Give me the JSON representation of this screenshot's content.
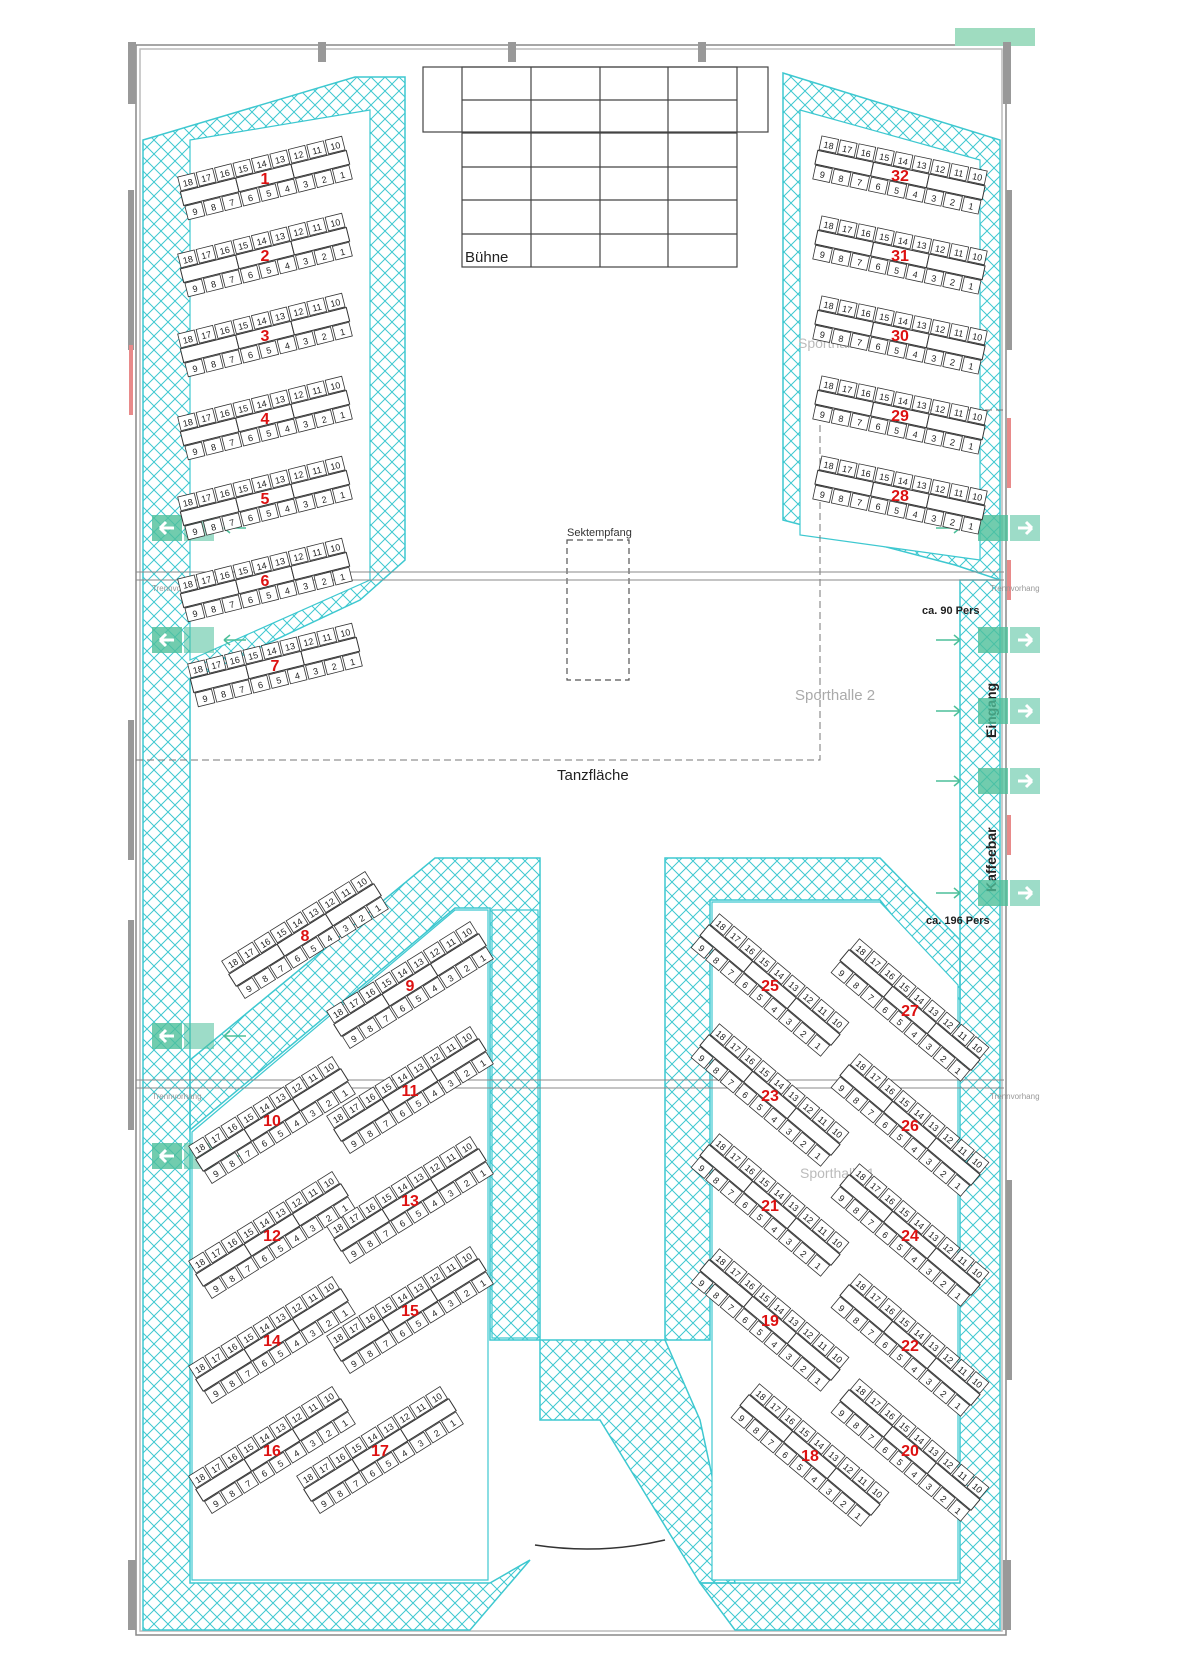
{
  "labels": {
    "stage": "Bühne",
    "reception": "Sektempfang",
    "hall_upper": "Sporthalle  2",
    "hall_right": "Sporthalle  1",
    "dance_floor": "Tanzfläche",
    "entrance": "Eingang",
    "coffee_bar": "Kaffeebar",
    "capacity_top": "ca. 90 Pers",
    "capacity_bottom": "ca. 196 Pers",
    "curtain": "Trennvorhang"
  },
  "seat_numbers": {
    "back_row": [
      "18",
      "17",
      "16",
      "15",
      "14",
      "13",
      "12",
      "11",
      "10"
    ],
    "front_row": [
      "9",
      "8",
      "7",
      "6",
      "5",
      "4",
      "3",
      "2",
      "1"
    ]
  },
  "tables": [
    {
      "id": "1"
    },
    {
      "id": "2"
    },
    {
      "id": "3"
    },
    {
      "id": "4"
    },
    {
      "id": "5"
    },
    {
      "id": "6"
    },
    {
      "id": "7"
    },
    {
      "id": "8"
    },
    {
      "id": "9"
    },
    {
      "id": "10"
    },
    {
      "id": "11"
    },
    {
      "id": "12"
    },
    {
      "id": "13"
    },
    {
      "id": "14"
    },
    {
      "id": "15"
    },
    {
      "id": "16"
    },
    {
      "id": "17"
    },
    {
      "id": "18"
    },
    {
      "id": "19"
    },
    {
      "id": "20"
    },
    {
      "id": "21"
    },
    {
      "id": "22"
    },
    {
      "id": "23"
    },
    {
      "id": "24"
    },
    {
      "id": "25"
    },
    {
      "id": "26"
    },
    {
      "id": "27"
    },
    {
      "id": "28"
    },
    {
      "id": "29"
    },
    {
      "id": "30"
    },
    {
      "id": "31"
    },
    {
      "id": "32"
    }
  ],
  "colors": {
    "hatch": "#3ec8d0",
    "table_number": "#dd1111",
    "exit_sign": "#4dbf9a",
    "outline": "#333333",
    "red_accent": "#e88a8a"
  }
}
